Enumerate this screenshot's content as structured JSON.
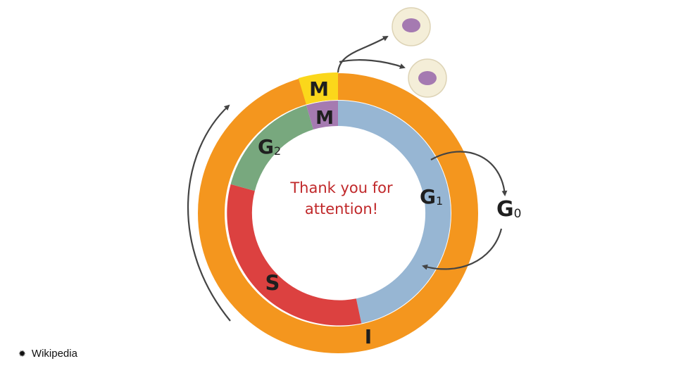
{
  "diagram": {
    "outer_ring": {
      "mitosis_label": "M",
      "interphase_label": "I"
    },
    "inner_ring": {
      "mitosis_label": "M",
      "g2_label": "G",
      "g2_sub": "2",
      "s_label": "S",
      "g1_label": "G",
      "g1_sub": "1"
    },
    "g0_label": "G",
    "g0_sub": "0",
    "colors": {
      "interphase": "#f4961e",
      "mitosis_outer": "#fbd71b",
      "mitosis_inner": "#a57ab1",
      "g2": "#78a87e",
      "s": "#dc4140",
      "g1": "#97b6d3",
      "cell_body": "#f4eed8",
      "cell_nucleus": "#a57ab1",
      "arrow": "#444444"
    }
  },
  "center_text": {
    "line1": "Thank you for",
    "line2": "attention!"
  },
  "source": {
    "bullet_icon": "✹",
    "text": "Wikipedia"
  }
}
